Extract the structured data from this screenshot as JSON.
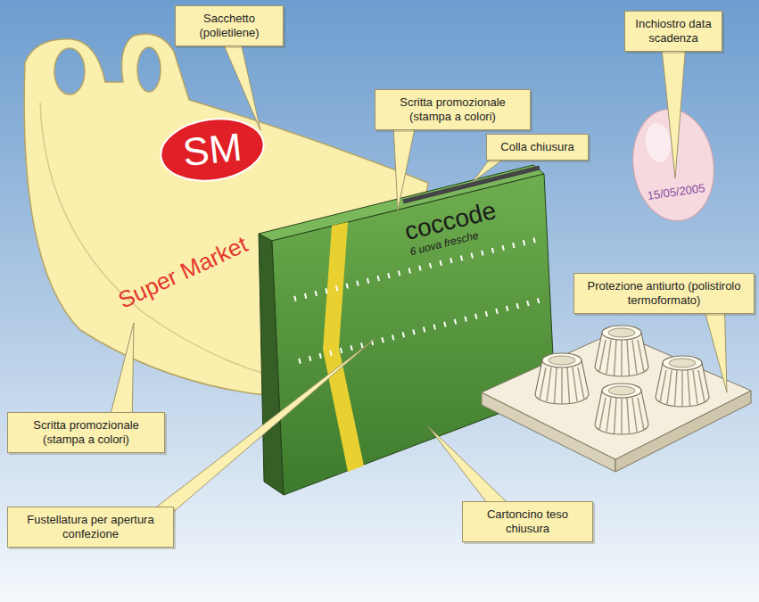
{
  "diagram": {
    "nodes": [
      {
        "text": [
          "Sacchetto (polietilene)"
        ]
      },
      {
        "text": [
          "Inchiostro data scadenza"
        ]
      },
      {
        "text": [
          "Scritta promozionale (stampa a colori)"
        ]
      },
      {
        "text": [
          "Colla chiusura"
        ]
      },
      {
        "text": [
          "Protezione antiurto (polistirolo termoformato)"
        ]
      },
      {
        "text": [
          "Scritta promozionale (stampa a colori)"
        ]
      },
      {
        "text": [
          "Fustellatura per apertura confezione"
        ]
      },
      {
        "text": [
          "Cartoncino teso chiusura"
        ]
      }
    ],
    "labels": [
      "SM",
      "Super Market",
      "coccode",
      "6 uova fresche",
      "15/05/2005"
    ]
  }
}
